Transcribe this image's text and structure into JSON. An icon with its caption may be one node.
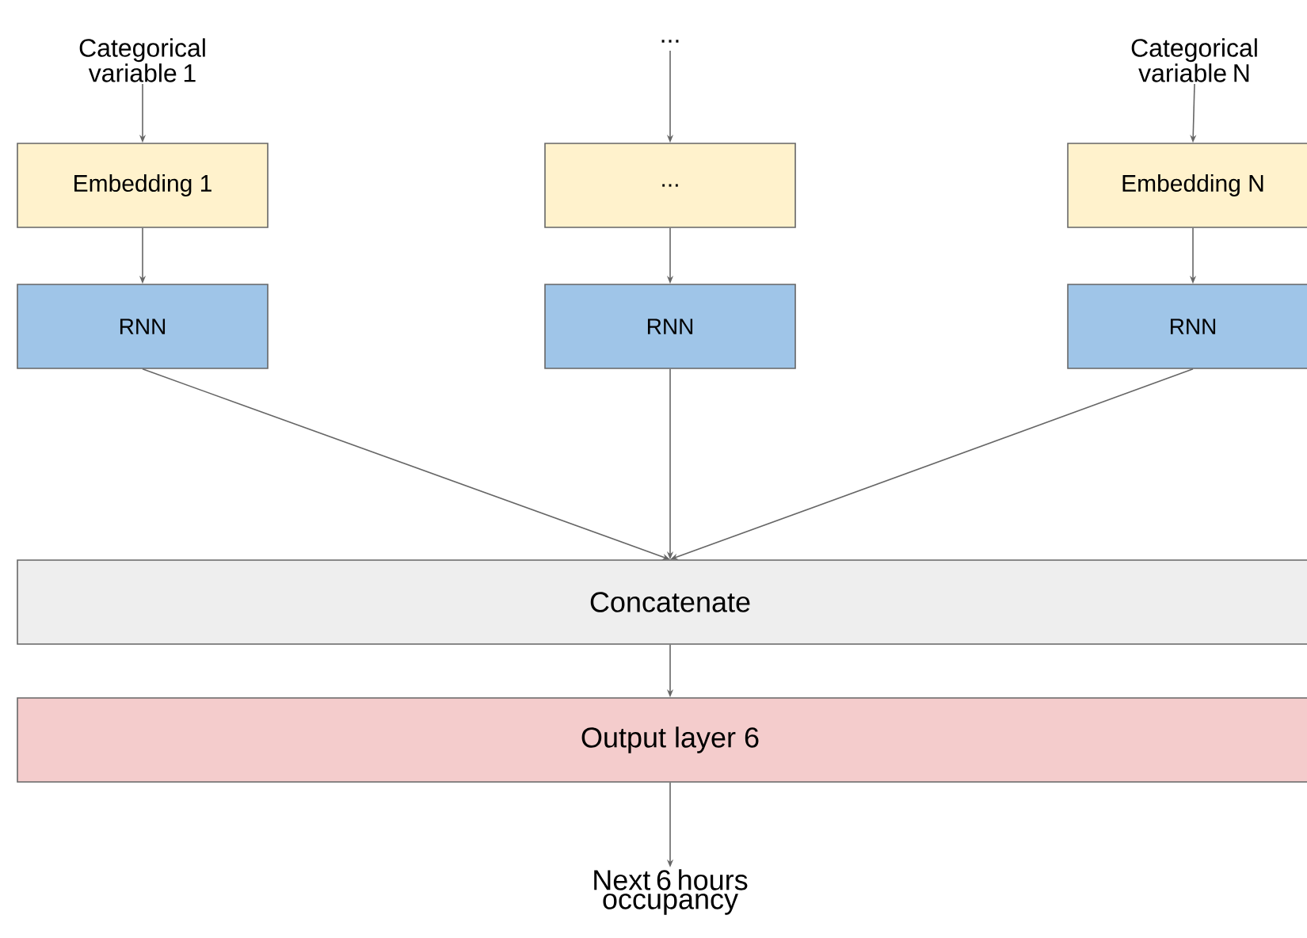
{
  "diagram": {
    "nodes": [
      {
        "text": [
          "Categorical variable 1"
        ]
      },
      {
        "text": [
          "..."
        ]
      },
      {
        "text": [
          "Categorical variable N"
        ]
      },
      {
        "text": [
          "Embedding 1"
        ]
      },
      {
        "text": [
          "..."
        ]
      },
      {
        "text": [
          "Embedding N"
        ]
      },
      {
        "text": [
          "RNN"
        ]
      },
      {
        "text": [
          "RNN"
        ]
      },
      {
        "text": [
          "RNN"
        ]
      },
      {
        "text": [
          "Concatenate"
        ]
      },
      {
        "text": [
          "Output layer 6"
        ]
      },
      {
        "text": [
          "Next 6 hours occupancy"
        ]
      }
    ],
    "edges": [
      {
        "from": 0,
        "to": 3,
        "arrow": "to"
      },
      {
        "from": 1,
        "to": 4,
        "arrow": "to"
      },
      {
        "from": 2,
        "to": 5,
        "arrow": "to"
      },
      {
        "from": 3,
        "to": 6,
        "arrow": "to"
      },
      {
        "from": 4,
        "to": 7,
        "arrow": "to"
      },
      {
        "from": 5,
        "to": 8,
        "arrow": "to"
      },
      {
        "from": 6,
        "to": 9,
        "arrow": "to"
      },
      {
        "from": 7,
        "to": 9,
        "arrow": "to"
      },
      {
        "from": 8,
        "to": 9,
        "arrow": "to"
      },
      {
        "from": 9,
        "to": 10,
        "arrow": "to"
      },
      {
        "from": 10,
        "to": 11,
        "arrow": "to"
      }
    ]
  }
}
